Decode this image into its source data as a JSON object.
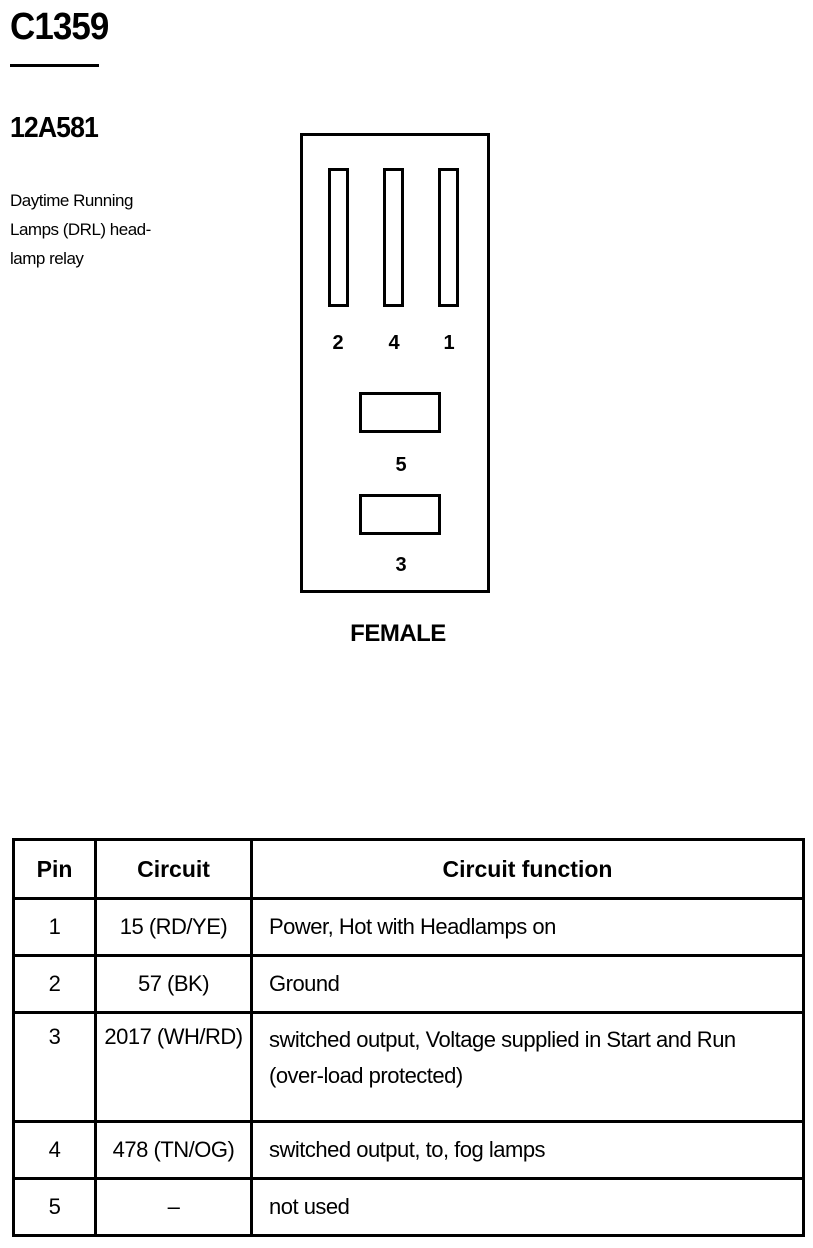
{
  "connector": {
    "id": "C1359",
    "part_number": "12A581",
    "description": "Daytime Running Lamps (DRL) head-lamp relay",
    "gender": "FEMALE",
    "pin_labels": [
      "2",
      "4",
      "1",
      "5",
      "3"
    ]
  },
  "table": {
    "headers": [
      "Pin",
      "Circuit",
      "Circuit function"
    ],
    "rows": [
      {
        "pin": "1",
        "circuit": "15 (RD/YE)",
        "function": "Power, Hot with Headlamps on"
      },
      {
        "pin": "2",
        "circuit": "57 (BK)",
        "function": "Ground"
      },
      {
        "pin": "3",
        "circuit": "2017 (WH/RD)",
        "function": "switched output, Voltage supplied in Start and Run (over-load protected)"
      },
      {
        "pin": "4",
        "circuit": "478 (TN/OG)",
        "function": "switched output, to, fog lamps"
      },
      {
        "pin": "5",
        "circuit": "–",
        "function": "not used"
      }
    ]
  }
}
